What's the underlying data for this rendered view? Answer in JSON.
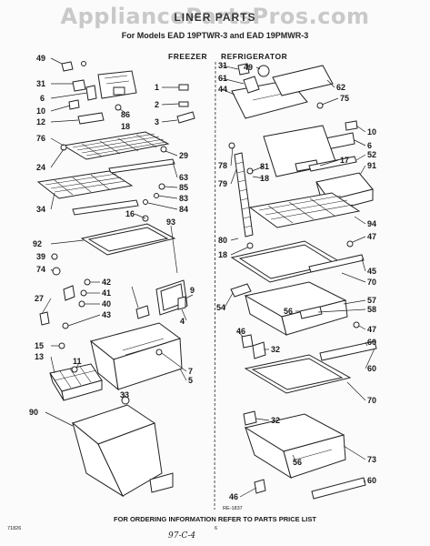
{
  "header": {
    "watermark": "AppliancePartsPros.com",
    "title": "LINER PARTS",
    "subtitle": "For Models EAD 19PTWR-3 and EAD 19PMWR-3"
  },
  "sections": {
    "freezer": "FREEZER",
    "refrigerator": "REFRIGERATOR"
  },
  "footer": {
    "ordering_note": "FOR ORDERING INFORMATION REFER TO PARTS PRICE LIST",
    "drawing_code": "RE-1837",
    "left_code": "71826",
    "page_mark": "6",
    "handwritten": "97-C-4"
  },
  "freezer_callouts": [
    "49",
    "31",
    "6",
    "10",
    "12",
    "1",
    "2",
    "3",
    "86",
    "18",
    "76",
    "29",
    "24",
    "63",
    "85",
    "83",
    "84",
    "34",
    "16",
    "93",
    "92",
    "39",
    "74",
    "42",
    "41",
    "40",
    "43",
    "27",
    "15",
    "9",
    "4",
    "13",
    "11",
    "7",
    "5",
    "33",
    "90"
  ],
  "refrigerator_callouts": [
    "31",
    "49",
    "61",
    "44",
    "62",
    "75",
    "10",
    "6",
    "52",
    "17",
    "91",
    "78",
    "81",
    "18",
    "79",
    "94",
    "47",
    "80",
    "45",
    "70",
    "54",
    "56",
    "57",
    "58",
    "46",
    "32",
    "60",
    "73"
  ]
}
